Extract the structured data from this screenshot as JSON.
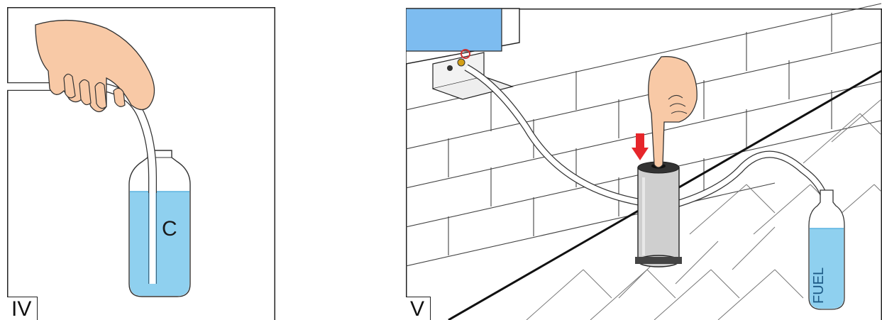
{
  "panels": [
    {
      "tag": "IV",
      "bottle_label": "C"
    },
    {
      "tag": "V",
      "bottle_label": "FUEL"
    }
  ],
  "colors": {
    "liquid": "#8fd0ef",
    "liquid_dark": "#5bb4e0",
    "skin": "#f8c9a6",
    "arrow": "#e6262b",
    "screen": "#7dbcf0",
    "canister": "#cfcfcf",
    "brass": "#d4a017"
  }
}
